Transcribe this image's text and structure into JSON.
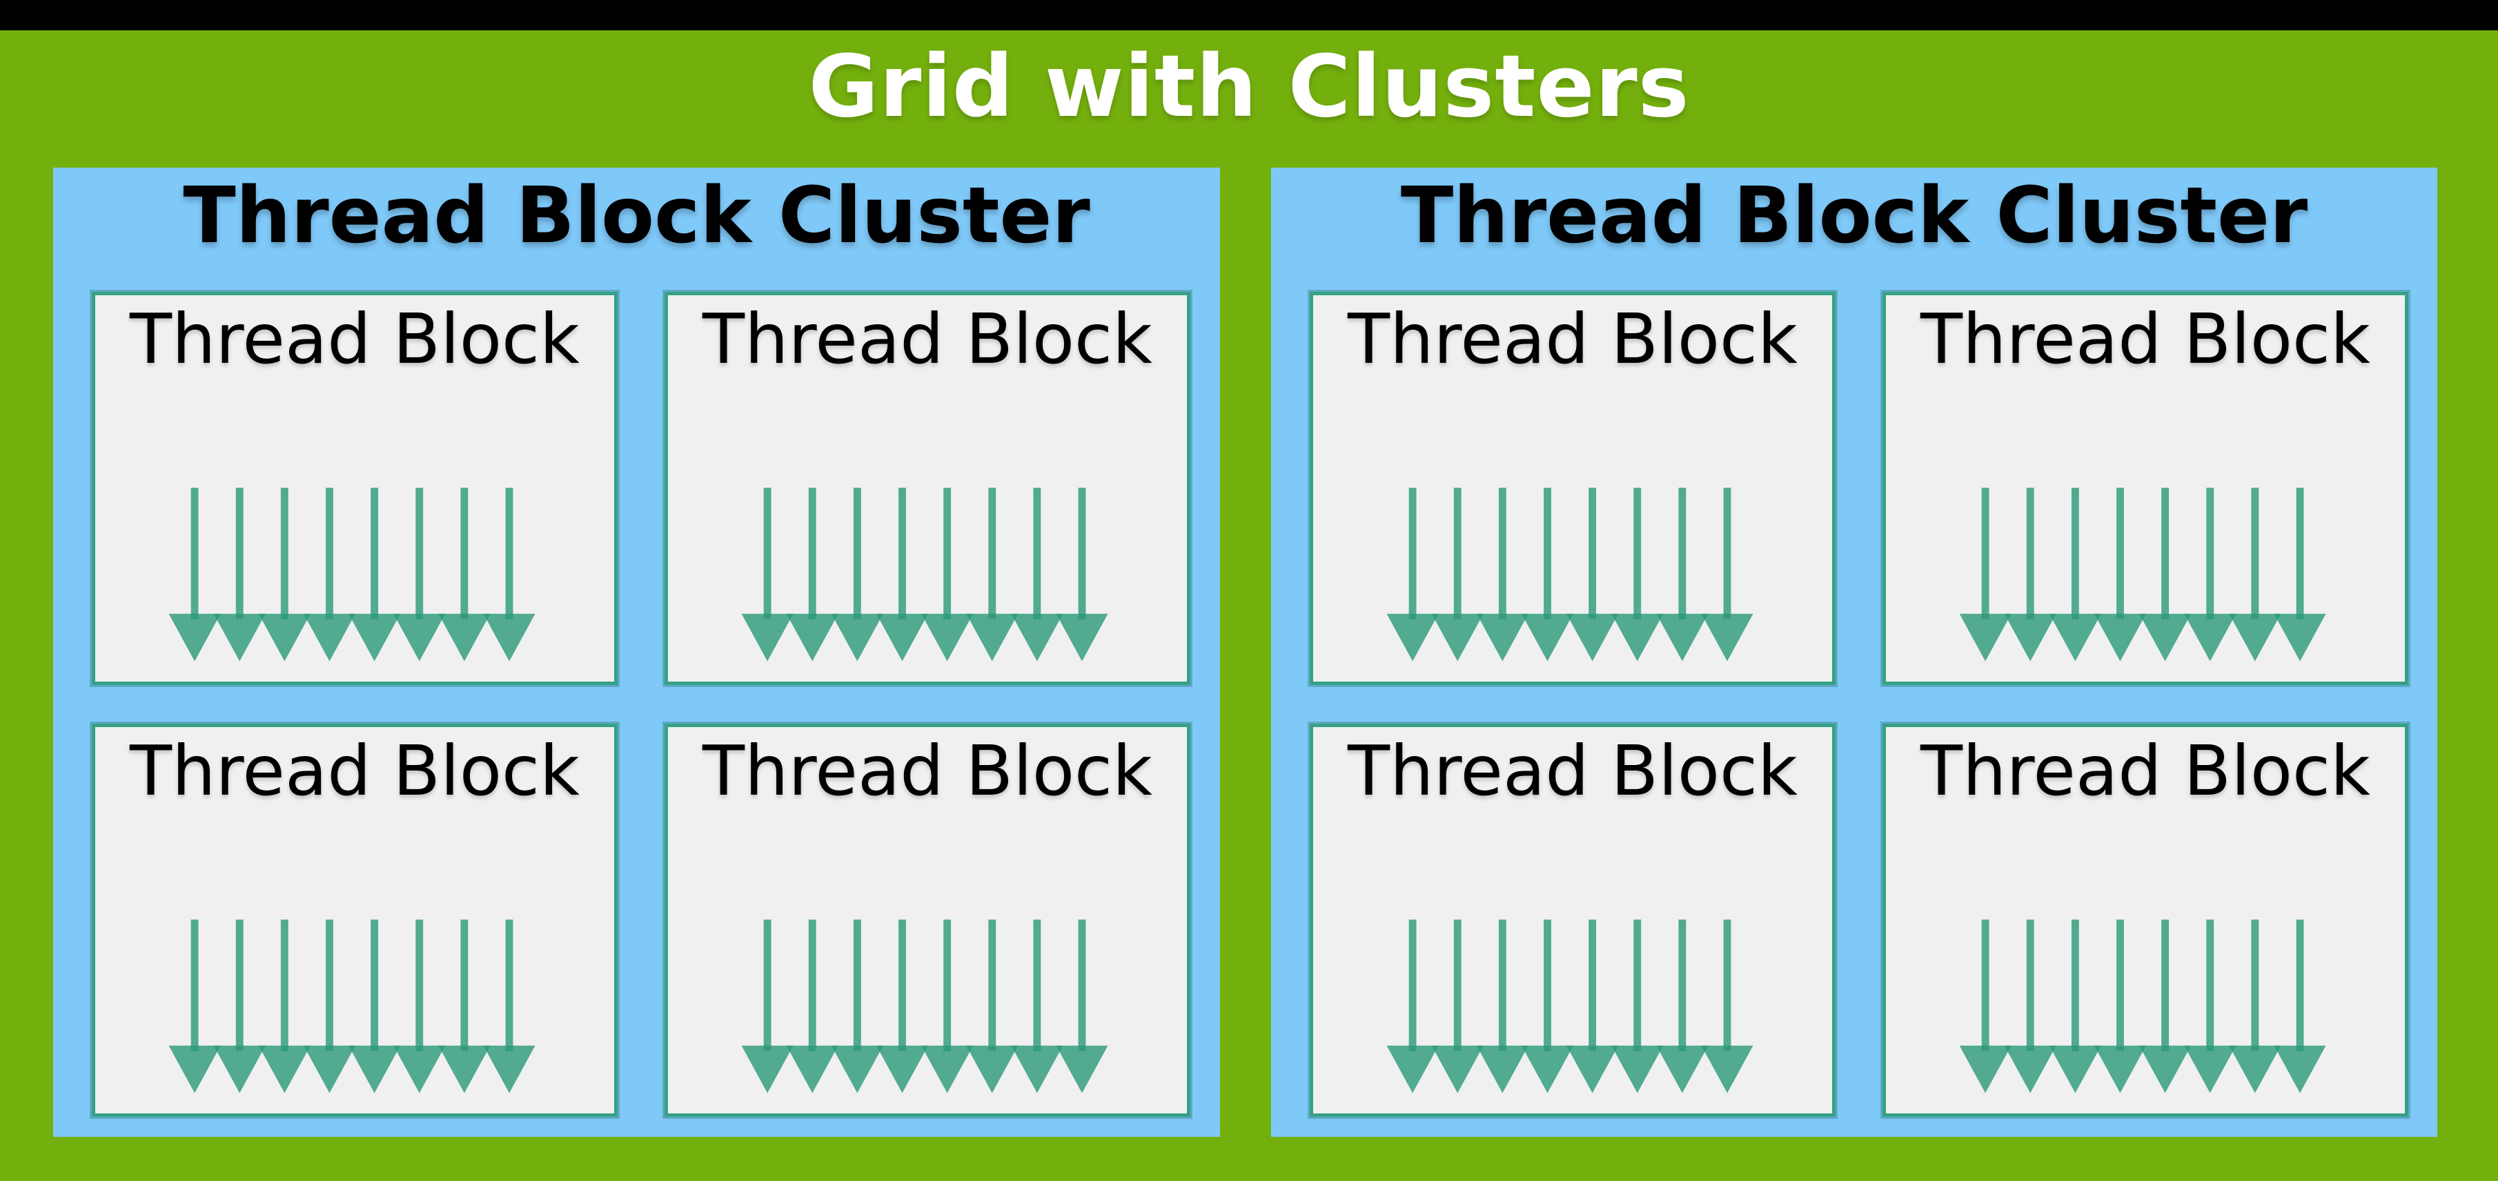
{
  "diagram": {
    "title": "Grid with Clusters",
    "clusters": [
      {
        "title": "Thread Block Cluster",
        "blocks": [
          {
            "label": "Thread Block"
          },
          {
            "label": "Thread Block"
          },
          {
            "label": "Thread Block"
          },
          {
            "label": "Thread Block"
          }
        ]
      },
      {
        "title": "Thread Block Cluster",
        "blocks": [
          {
            "label": "Thread Block"
          },
          {
            "label": "Thread Block"
          },
          {
            "label": "Thread Block"
          },
          {
            "label": "Thread Block"
          }
        ]
      }
    ],
    "arrows_per_block": 8
  },
  "colors": {
    "top_bar_black": "#000000",
    "background_green": "#74B00D",
    "cluster_blue": "#7FC9F9",
    "block_fill": "#F0F0F0",
    "block_border": "#35A187",
    "arrow_teal": "#2B9878",
    "title_white": "#FFFFFF",
    "text_black": "#000000"
  }
}
